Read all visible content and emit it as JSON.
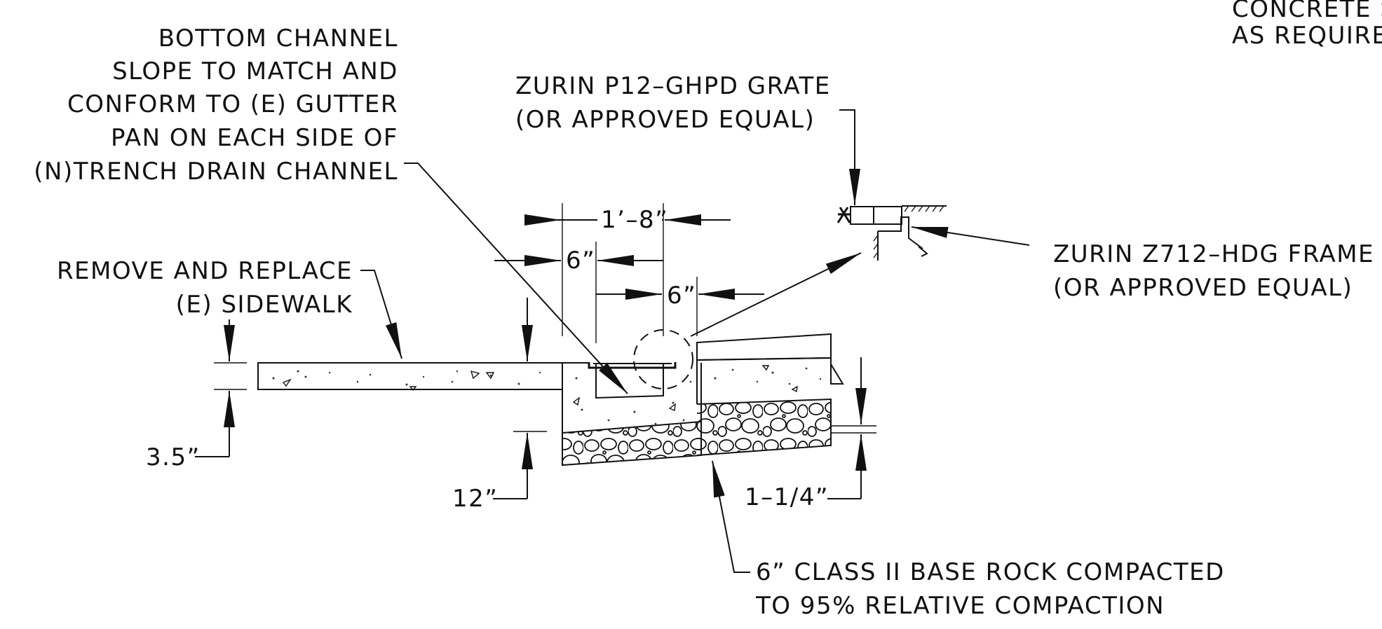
{
  "colors": {
    "ink": "#111111",
    "paper": "#ffffff"
  },
  "notes": {
    "concrete_top_1": "CONCRETE S",
    "concrete_top_2": "AS REQUIRE",
    "bottom_channel": [
      "BOTTOM CHANNEL",
      "SLOPE TO MATCH AND",
      "CONFORM TO (E) GUTTER",
      "PAN ON EACH SIDE OF",
      "(N)TRENCH DRAIN CHANNEL"
    ],
    "grate": [
      "ZURIN P12–GHPD GRATE",
      "(OR APPROVED EQUAL)"
    ],
    "frame": [
      "ZURIN Z712–HDG FRAME",
      "(OR APPROVED EQUAL)"
    ],
    "sidewalk": [
      "REMOVE AND REPLACE",
      "(E) SIDEWALK"
    ],
    "base_rock": [
      "6” CLASS II BASE ROCK COMPACTED",
      "TO 95% RELATIVE COMPACTION"
    ]
  },
  "dimensions": {
    "overall_width": "1’–8”",
    "left_offset": "6”",
    "right_offset": "6”",
    "sidewalk_thickness": "3.5”",
    "depth": "12”",
    "grate_gap": "1–1/4”"
  }
}
